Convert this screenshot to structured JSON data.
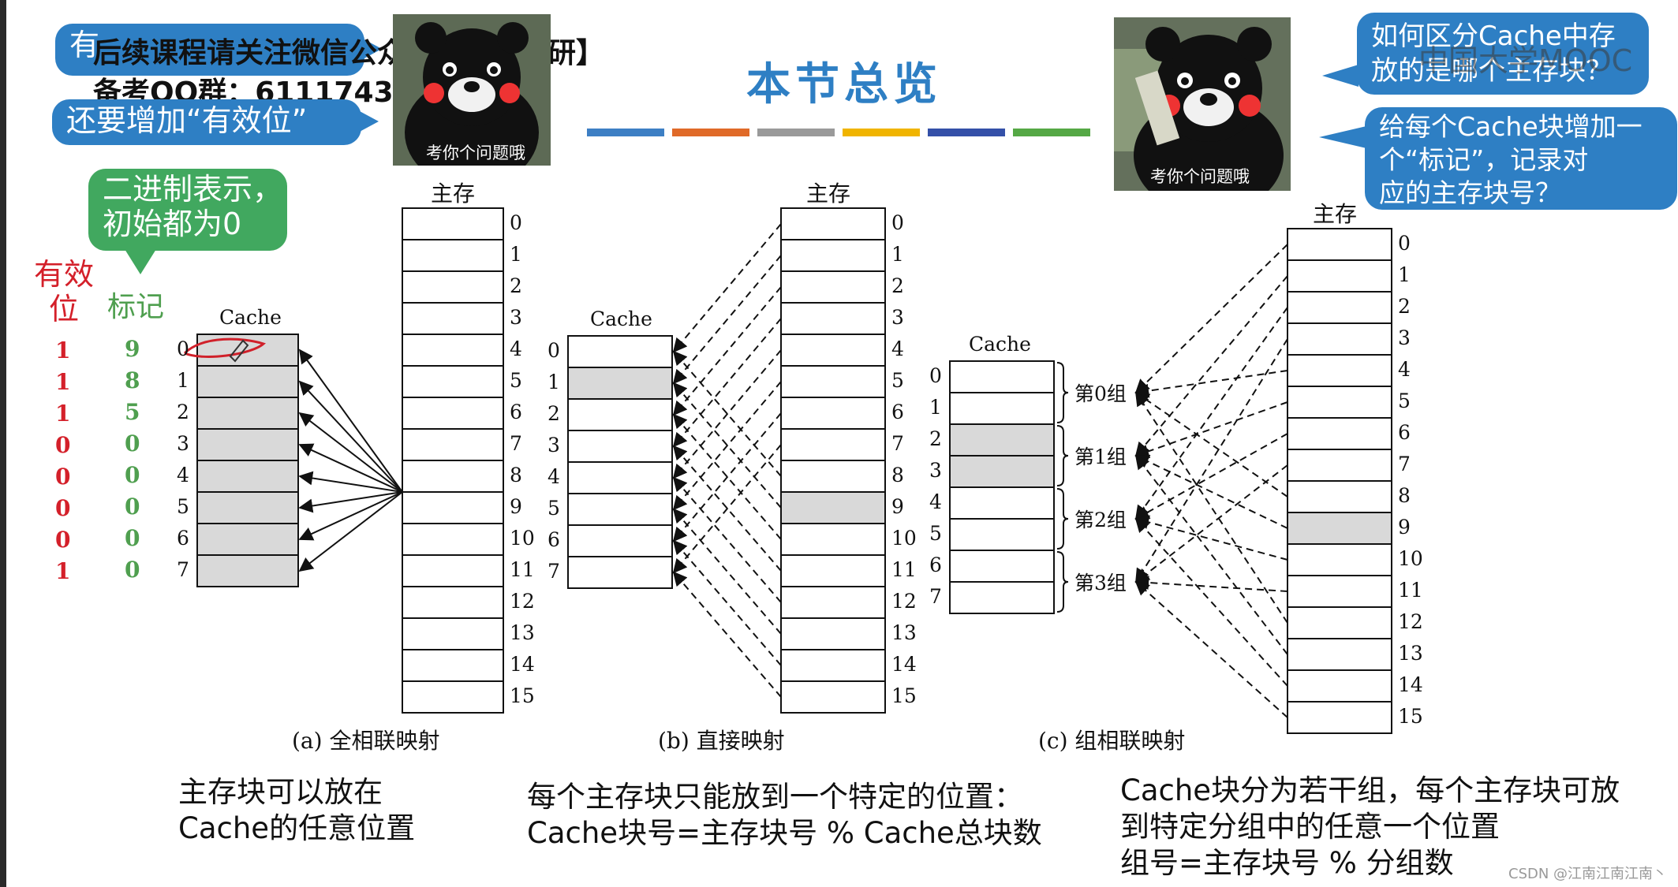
{
  "header": {
    "title": "本节总览",
    "notice_line1": "后续课程请关注微信公众号【神灯考研】",
    "notice_line2": "备考QQ群：611174324",
    "watermark_logo": "中国大学MOOC",
    "bar_colors": [
      "#3d7fc4",
      "#e06a28",
      "#9a9a9a",
      "#f0b400",
      "#3450a8",
      "#55a845"
    ]
  },
  "bubbles": {
    "top_left_partial": "有",
    "valid_bit": "还要增加“有效位”",
    "binary": [
      "二进制表示，",
      "初始都为0"
    ],
    "question1": [
      "如何区分Cache中存",
      "放的是哪个主存块？"
    ],
    "question2": [
      "给每个Cache块增加一",
      "个“标记”，记录对",
      "应的主存块号？"
    ]
  },
  "stickers": {
    "caption": "考你个问题哦",
    "caption2": "考你个问题哦"
  },
  "labels": {
    "valid_header": [
      "有效",
      "位"
    ],
    "tag_header": "标记",
    "cache": "Cache",
    "main_memory": "主存",
    "group_labels": [
      "第0组",
      "第1组",
      "第2组",
      "第3组"
    ]
  },
  "table": {
    "valid_bits": [
      "1",
      "1",
      "1",
      "0",
      "0",
      "0",
      "0",
      "1"
    ],
    "tags": [
      "9",
      "8",
      "5",
      "0",
      "0",
      "0",
      "0",
      "0"
    ],
    "cache_indices": [
      "0",
      "1",
      "2",
      "3",
      "4",
      "5",
      "6",
      "7"
    ],
    "memory_indices": [
      "0",
      "1",
      "2",
      "3",
      "4",
      "5",
      "6",
      "7",
      "8",
      "9",
      "10",
      "11",
      "12",
      "13",
      "14",
      "15"
    ]
  },
  "captions": {
    "a": "(a) 全相联映射",
    "b": "(b) 直接映射",
    "c": "(c) 组相联映射"
  },
  "bottom_text": {
    "a": [
      "主存块可以放在",
      "Cache的任意位置"
    ],
    "b": [
      "每个主存块只能放到一个特定的位置：",
      "Cache块号=主存块号 % Cache总块数"
    ],
    "c": [
      "Cache块分为若干组，每个主存块可放",
      "到特定分组中的任意一个位置",
      "组号=主存块号 % 分组数"
    ]
  },
  "footer": {
    "watermark": "CSDN @江南江南江南丶"
  }
}
